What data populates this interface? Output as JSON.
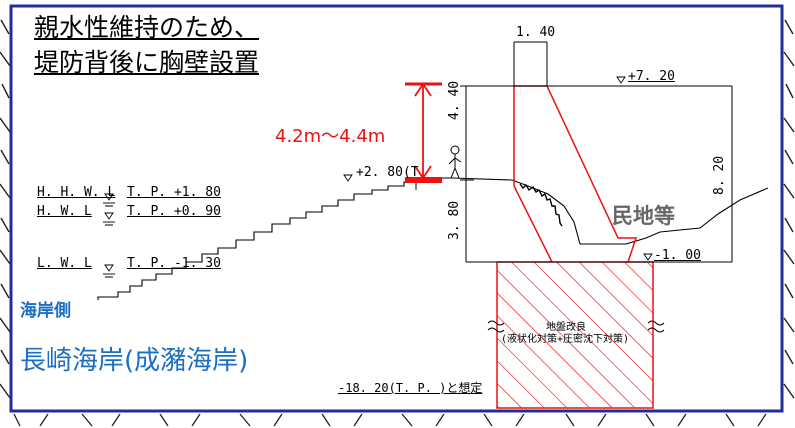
{
  "title": {
    "line1": "親水性維持のため、",
    "line2": "堤防背後に胸壁設置"
  },
  "heights": {
    "range": "4.2m～4.4m"
  },
  "levels": {
    "hhwl": {
      "name": "H. H. W. L",
      "value": "T. P. +1. 80"
    },
    "hwl": {
      "name": "H.  W.  L",
      "value": "T. P. +0. 90"
    },
    "lwl": {
      "name": "L.  W.  L",
      "value": "T. P. -1. 30"
    },
    "top": "+7. 20",
    "crest": "+2. 80(T",
    "ground": "-1. 00"
  },
  "dims": {
    "width_top": "1. 40",
    "h_440": "4. 40",
    "h_380": "3. 80",
    "h_820": "8. 20"
  },
  "labels": {
    "seaside": "海岸側",
    "landside": "民地等",
    "location": "長崎海岸(成瀦海岸)",
    "improvement_line1": "地盤改良",
    "improvement_line2": "(液状化対策+圧密沈下対策)",
    "depth_note": "-18. 20(T. P. )と想定"
  },
  "colors": {
    "frame": "#1f2f9a",
    "accent_red": "#ee1111",
    "blue_text": "#1a6fc4",
    "grey_text": "#666666"
  }
}
